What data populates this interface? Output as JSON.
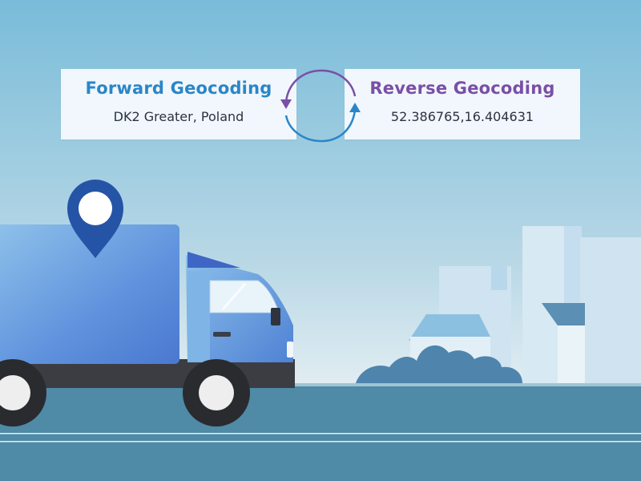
{
  "forward": {
    "title": "Forward Geocoding",
    "value": "DK2 Greater, Poland"
  },
  "reverse": {
    "title": "Reverse Geocoding",
    "value": "52.386765,16.404631"
  },
  "colors": {
    "sky_top": "#79bcd9",
    "sky_bottom": "#e1edf2",
    "road": "#4f8aa6",
    "forward_accent": "#2a86c8",
    "reverse_accent": "#7a4fa6",
    "truck_body": "#5f8ed8",
    "pin": "#2554a6"
  },
  "icons": [
    "cycle-arrows-icon",
    "location-pin-icon"
  ]
}
